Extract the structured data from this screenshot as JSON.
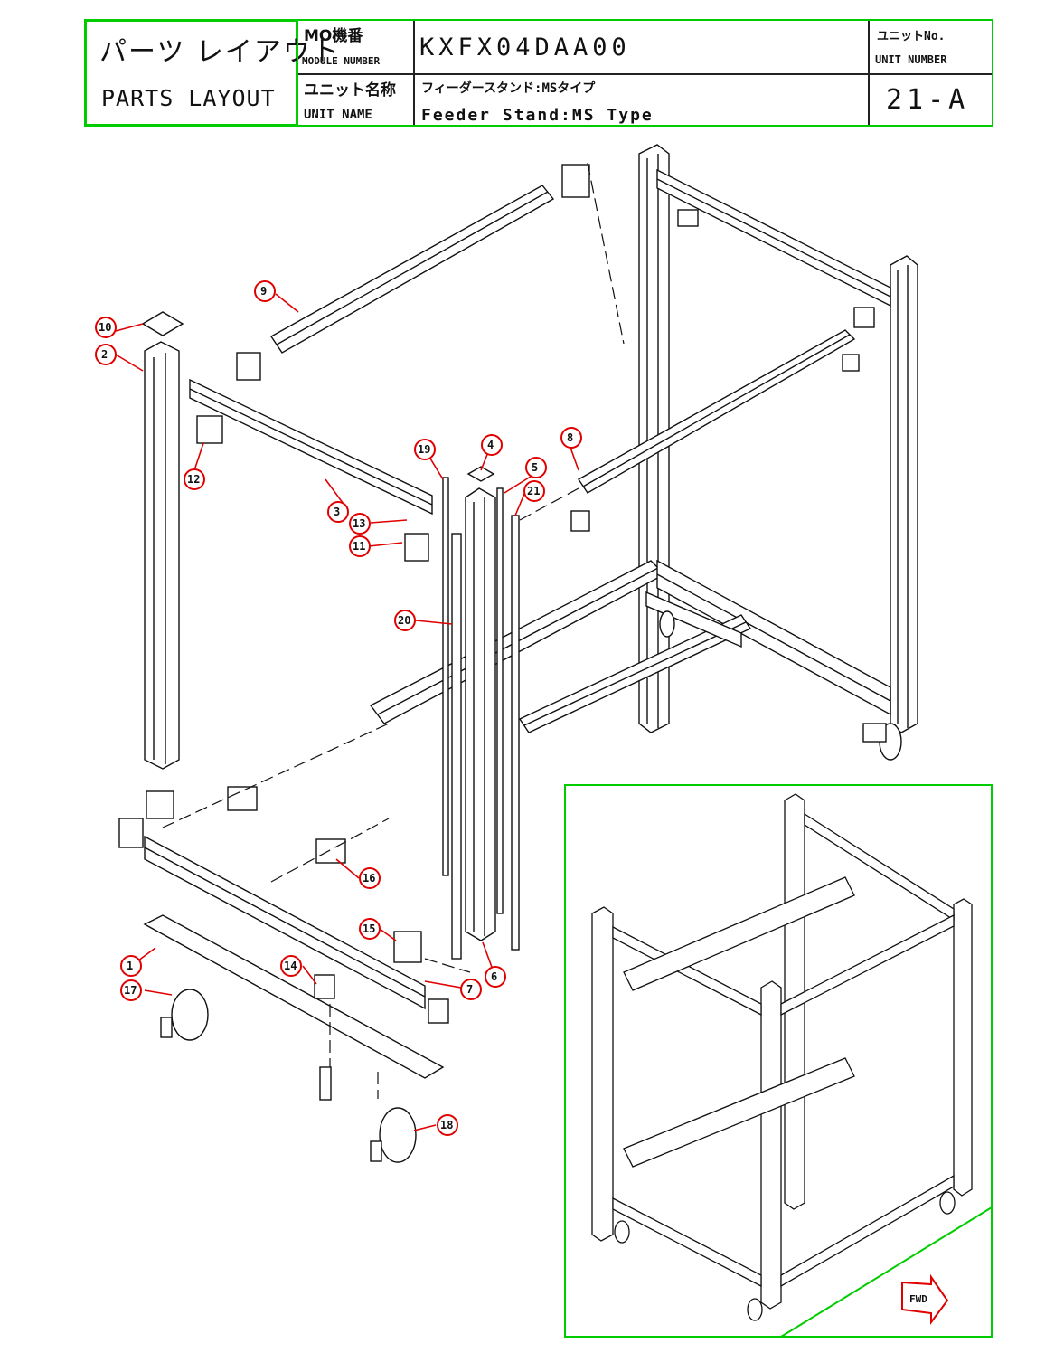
{
  "header": {
    "title_jp": "パーツ レイアウト",
    "title_en": "PARTS LAYOUT",
    "module_label_jp": "MO機番",
    "module_label_en": "MODULE NUMBER",
    "module_number": "KXFX04DAA00",
    "unit_name_label_jp": "ユニット名称",
    "unit_name_label_en": "UNIT NAME",
    "unit_name_jp": "フィーダースタンド:MSタイプ",
    "unit_name_en": "Feeder Stand:MS Type",
    "unit_no_label_jp": "ユニットNo.",
    "unit_no_label_en": "UNIT NUMBER",
    "unit_number": "21-A"
  },
  "callouts": [
    "1",
    "2",
    "3",
    "4",
    "5",
    "6",
    "7",
    "8",
    "9",
    "10",
    "11",
    "12",
    "13",
    "14",
    "15",
    "16",
    "17",
    "18",
    "19",
    "20",
    "21"
  ],
  "fwd_label": "FWD",
  "colors": {
    "frame": "#00cc00",
    "callout": "#e00000",
    "line": "#111111"
  }
}
